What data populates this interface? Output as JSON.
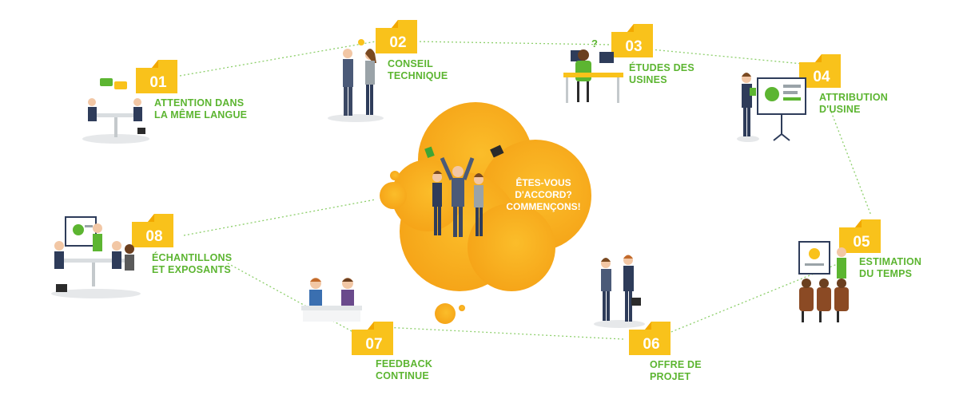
{
  "center": {
    "lines": [
      "ÊTES-VOUS",
      "D'ACCORD?",
      "COMMENÇONS!"
    ]
  },
  "steps": [
    {
      "number": "01",
      "lines": [
        "ATTENTION DANS",
        "LA MÊME LANGUE"
      ]
    },
    {
      "number": "02",
      "lines": [
        "CONSEIL",
        "TECHNIQUE"
      ]
    },
    {
      "number": "03",
      "lines": [
        "ÉTUDES DES",
        "USINES"
      ]
    },
    {
      "number": "04",
      "lines": [
        "ATTRIBUTION",
        "D'USINE"
      ]
    },
    {
      "number": "05",
      "lines": [
        "ESTIMATION",
        "DU TEMPS"
      ]
    },
    {
      "number": "06",
      "lines": [
        "OFFRE DE",
        "PROJET"
      ]
    },
    {
      "number": "07",
      "lines": [
        "FEEDBACK",
        "CONTINUE"
      ]
    },
    {
      "number": "08",
      "lines": [
        "ÉCHANTILLONS",
        "ET EXPOSANTS"
      ]
    }
  ],
  "colors": {
    "accent_orange": "#f7a81b",
    "badge_yellow": "#f9c21b",
    "label_green": "#5cb531",
    "connector_green": "#8dcf6b"
  },
  "icons": {
    "question_mark": "?"
  }
}
